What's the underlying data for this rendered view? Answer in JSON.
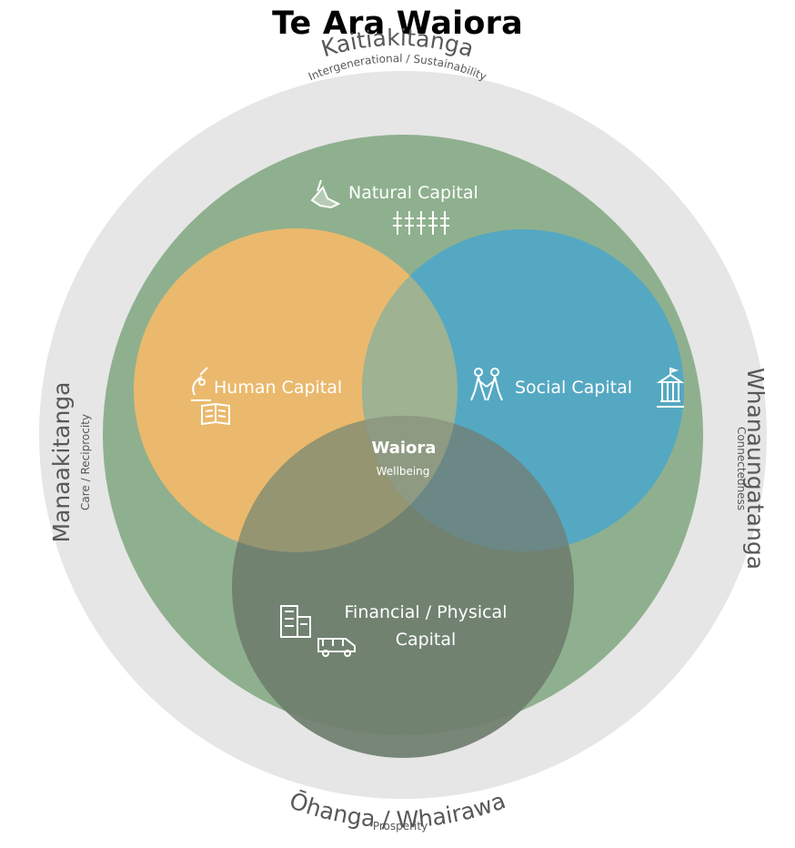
{
  "title": "Te Ara Waiora",
  "outer_ring": {
    "top": {
      "name": "Kaitiakitanga",
      "subtitle": "Intergenerational / Sustainability"
    },
    "left": {
      "name": "Manaakitanga",
      "subtitle": "Care / Reciprocity"
    },
    "right": {
      "name": "Whanaungatanga",
      "subtitle": "Connectedness"
    },
    "bottom": {
      "name": "Ōhanga / Whairawa",
      "subtitle": "Prosperity"
    }
  },
  "capitals": {
    "natural": "Natural Capital",
    "human": "Human Capital",
    "social": "Social Capital",
    "financial_line1": "Financial / Physical",
    "financial_line2": "Capital"
  },
  "center": {
    "name": "Waiora",
    "subtitle": "Wellbeing"
  },
  "colors": {
    "outer_ring": "#e6e6e6",
    "natural": "#8fb08e",
    "human": "#eab96d",
    "social": "#55a8c2",
    "financial": "#6f7e6f",
    "ring_text": "#585858",
    "inner_text": "#ffffff"
  },
  "icons": {
    "natural": [
      "bird-icon",
      "plants-icon"
    ],
    "human": [
      "microscope-icon",
      "book-icon"
    ],
    "social": [
      "people-icon",
      "building-icon"
    ],
    "financial": [
      "office-building-icon",
      "van-icon"
    ]
  }
}
